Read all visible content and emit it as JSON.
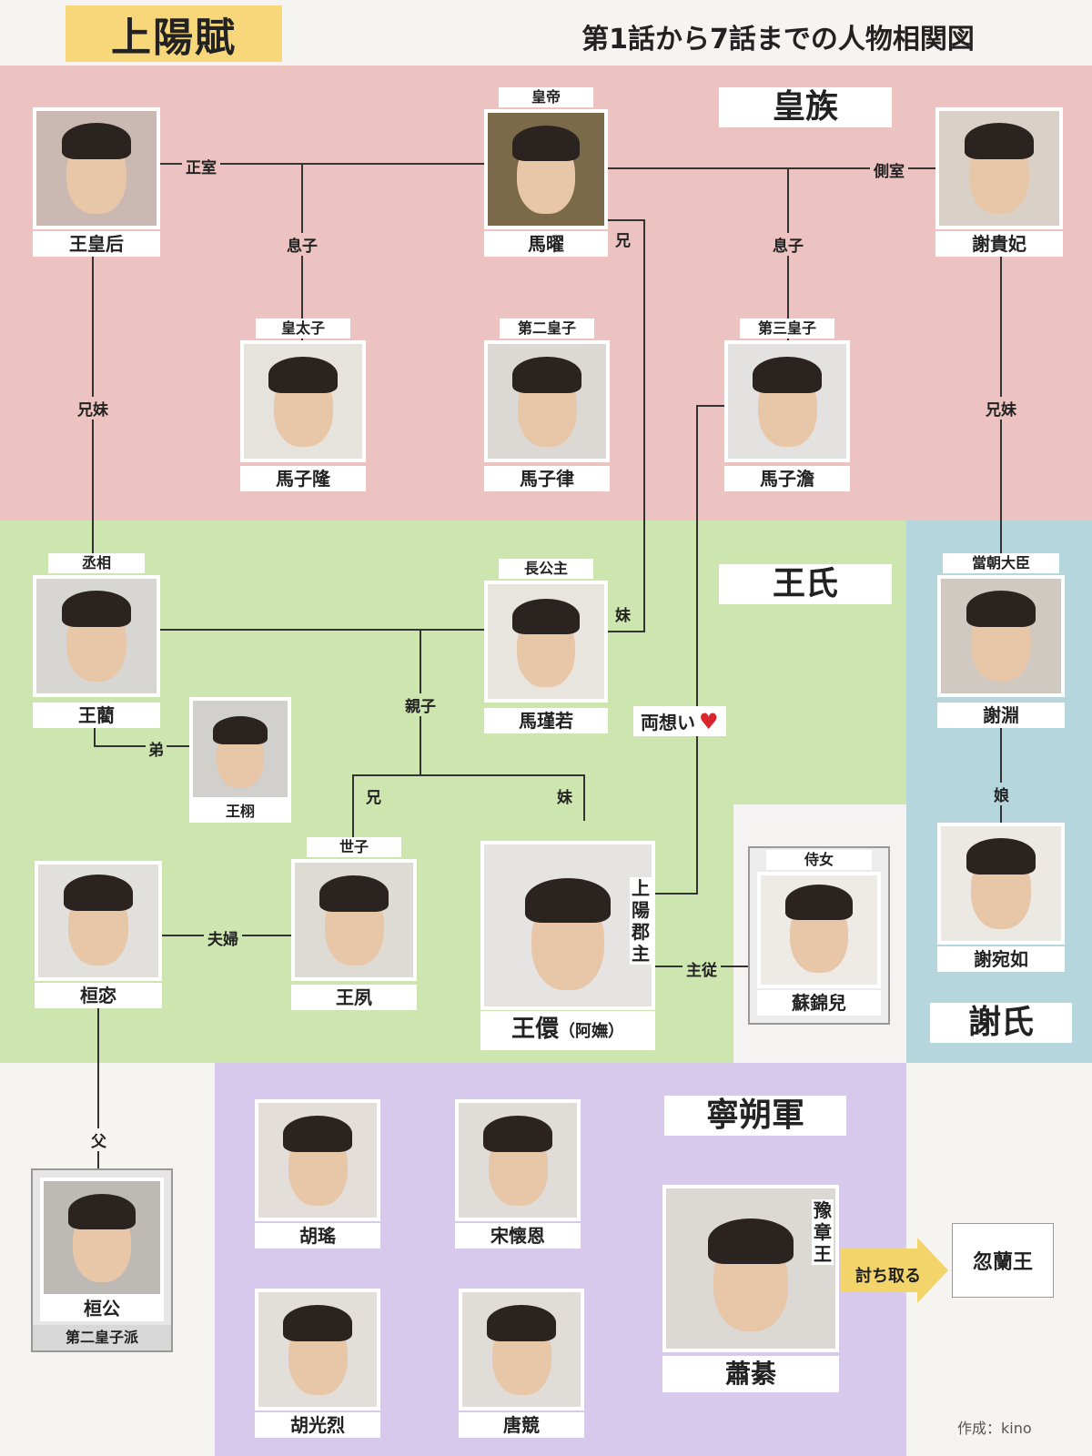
{
  "header": {
    "title": "上陽賦",
    "subtitle": "第1話から7話までの人物相関図"
  },
  "groups": {
    "imperial": "皇族",
    "wang": "王氏",
    "xie": "謝氏",
    "ningshuo": "寧朔軍"
  },
  "people": {
    "empress": {
      "name": "王皇后"
    },
    "emperor": {
      "role": "皇帝",
      "name": "馬曜"
    },
    "xie_consort": {
      "name": "謝貴妃"
    },
    "crown_prince": {
      "role": "皇太子",
      "name": "馬子隆"
    },
    "second_prince": {
      "role": "第二皇子",
      "name": "馬子律"
    },
    "third_prince": {
      "role": "第三皇子",
      "name": "馬子澹"
    },
    "chancellor": {
      "role": "丞相",
      "name": "王藺"
    },
    "princess": {
      "role": "長公主",
      "name": "馬瑾若"
    },
    "wang_xu": {
      "name": "王栩"
    },
    "xie_yuan": {
      "role": "當朝大臣",
      "name": "謝淵"
    },
    "xie_wanru": {
      "name": "謝宛如"
    },
    "huan_mi": {
      "name": "桓宓"
    },
    "heir": {
      "role": "世子",
      "name": "王夙"
    },
    "heroine": {
      "title": "上陽郡主",
      "name": "王儇",
      "alias": "（阿嫵）"
    },
    "maid": {
      "role": "侍女",
      "name": "蘇錦兒"
    },
    "huan_gong": {
      "name": "桓公",
      "faction": "第二皇子派"
    },
    "hu_yao": {
      "name": "胡瑤"
    },
    "song": {
      "name": "宋懐恩"
    },
    "hu_guanglie": {
      "name": "胡光烈"
    },
    "tang": {
      "name": "唐競"
    },
    "xiao_qi": {
      "title": "豫章王",
      "name": "蕭綦"
    }
  },
  "relations": {
    "wife": "正室",
    "concubine": "側室",
    "son1": "息子",
    "son2": "息子",
    "elder_brother": "兄",
    "siblings1": "兄妹",
    "siblings2": "兄妹",
    "younger_sister1": "妹",
    "parent_child": "親子",
    "younger_brother": "弟",
    "brother": "兄",
    "younger_sister2": "妹",
    "mutual_love": "両想い",
    "heart": "♥",
    "daughter": "娘",
    "couple": "夫婦",
    "master_servant": "主従",
    "father": "父",
    "defeat": "討ち取る"
  },
  "enemy": {
    "name": "忽蘭王"
  },
  "credit": "作成：kino",
  "colors": {
    "imperial_bg": "#ecc3c1",
    "wang_bg": "#cde6b0",
    "xie_bg": "#b5d6dd",
    "ningshuo_bg": "#d6c9ec",
    "title_bg": "#f7d77a",
    "arrow": "#f3d46a",
    "heart": "#d8262c"
  }
}
